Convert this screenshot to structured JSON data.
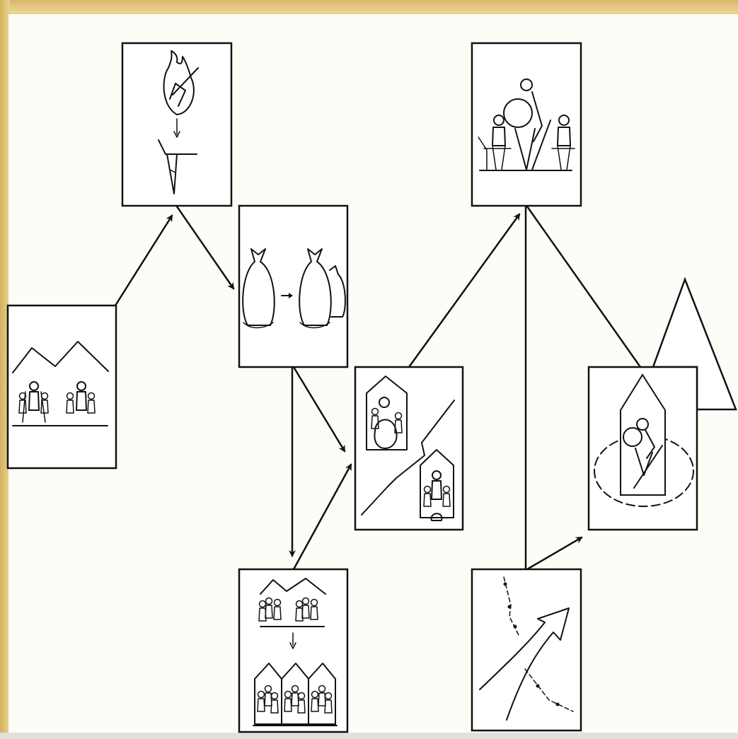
{
  "diagram": {
    "panels": [
      {
        "id": "family-mountains",
        "icon": "family-group-under-mountains-icon"
      },
      {
        "id": "fire-to-grave",
        "icon": "fire-and-grave-icon"
      },
      {
        "id": "sack-growth",
        "icon": "grain-sack-growth-icon"
      },
      {
        "id": "household-division",
        "icon": "households-dividing-icon"
      },
      {
        "id": "separated-households",
        "icon": "separated-households-icon"
      },
      {
        "id": "elder-with-children",
        "icon": "elder-with-children-icon"
      },
      {
        "id": "bounded-homestead",
        "icon": "homestead-boundary-icon"
      },
      {
        "id": "expansion-path",
        "icon": "expansion-arrow-icon"
      }
    ],
    "extra_shapes": [
      {
        "id": "triangle",
        "icon": "triangle-shape"
      }
    ]
  }
}
